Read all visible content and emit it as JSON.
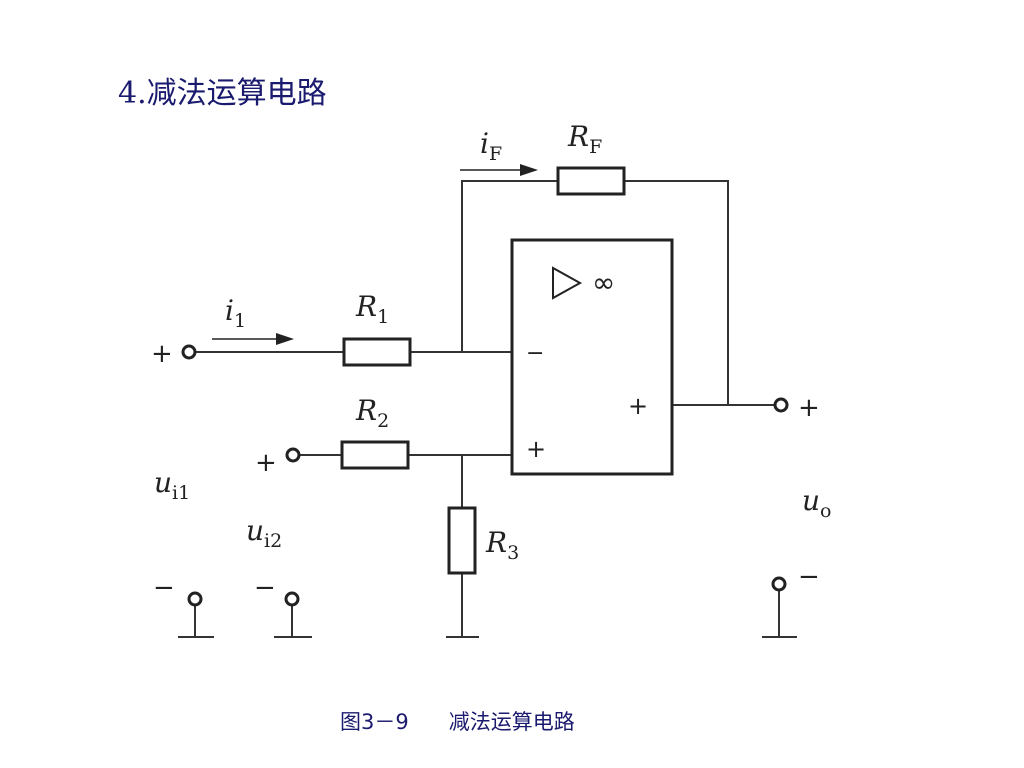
{
  "title": "4.减法运算电路",
  "caption": {
    "figure_number": "图3－9",
    "figure_title": "减法运算电路"
  },
  "colors": {
    "title": "#1a1a6e",
    "lines": "#222222",
    "background": "#ffffff"
  },
  "circuit": {
    "components": {
      "R1": {
        "symbol": "R",
        "sub": "1"
      },
      "R2": {
        "symbol": "R",
        "sub": "2"
      },
      "R3": {
        "symbol": "R",
        "sub": "3"
      },
      "RF": {
        "symbol": "R",
        "sub": "F"
      }
    },
    "currents": {
      "i1": {
        "symbol": "i",
        "sub": "1"
      },
      "iF": {
        "symbol": "i",
        "sub": "F"
      }
    },
    "voltages": {
      "ui1": {
        "symbol": "u",
        "sub": "i1"
      },
      "ui2": {
        "symbol": "u",
        "sub": "i2"
      },
      "uo": {
        "symbol": "u",
        "sub": "o"
      }
    },
    "opamp": {
      "gain_symbol": "∞",
      "inverting_label": "−",
      "noninverting_label": "+",
      "output_label": "+"
    },
    "terminal_signs": {
      "plus": "+",
      "minus": "−"
    }
  }
}
